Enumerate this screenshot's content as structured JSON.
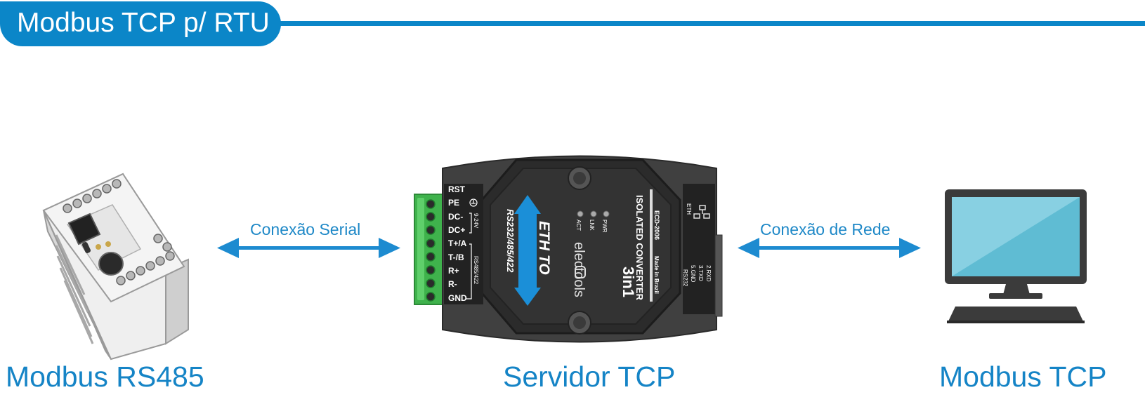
{
  "header": {
    "title": "Modbus TCP p/ RTU"
  },
  "connections": {
    "serial": "Conexão Serial",
    "network": "Conexão de Rede"
  },
  "devices": {
    "left": "Modbus RS485",
    "center": "Servidor TCP",
    "right": "Modbus TCP"
  },
  "converter": {
    "model": "ECD-2006",
    "product_line1": "ISOLATED CONVERTER",
    "product_line2": "3in1",
    "made_in": "Made in Brazil",
    "brand": "electools",
    "face_line1": "ETH TO",
    "face_line2": "RS232/485/422",
    "leds": [
      "PWR",
      "LNK",
      "ACT"
    ],
    "terminals": [
      "RST",
      "PE",
      "DC-",
      "DC+",
      "T+/A",
      "T-/B",
      "R+",
      "R-",
      "GND"
    ],
    "voltage_note": "9-24V",
    "rs485_note": "RS485/422",
    "eth_port": "ETH",
    "rs232_pins": [
      "2.RXD",
      "3.TXD",
      "5.GND"
    ],
    "rs232_label": "RS232"
  },
  "colors": {
    "accent": "#0b86c8",
    "arrow": "#1d8bd0",
    "housing": "#3a3a3a",
    "terminal_block": "#3fb24c"
  }
}
